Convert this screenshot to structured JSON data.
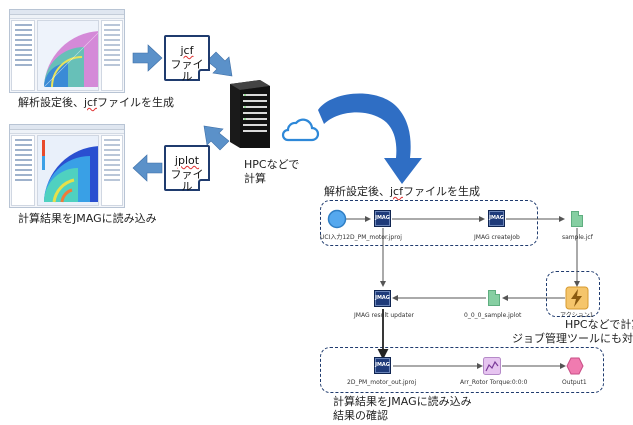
{
  "left": {
    "caption_top_prefix": "解析設定後、",
    "caption_top_squig": "jcf",
    "caption_top_suffix": "ファイルを生成",
    "caption_bottom": "計算結果をJMAGに読み込み",
    "jcf_file": {
      "ext": "jcf",
      "label": "ファイル"
    },
    "jplot_file": {
      "ext": "jplot",
      "label": "ファイル"
    },
    "hpc_label_1": "HPCなどで",
    "hpc_label_2": "計算"
  },
  "workflow": {
    "top_caption_prefix": "解析設定後、",
    "top_caption_squig": "jcf",
    "top_caption_suffix": "ファイルを生成",
    "hpc_note_1": "HPCなどで計算",
    "hpc_note_2": "ジョブ管理ツールにも対応",
    "bottom_note_1": "計算結果をJMAGに読み込み",
    "bottom_note_2": "結果の確認",
    "jmag_icon_text": "JMAG",
    "nodes": {
      "uci_input": "UCI入力12D_PM_motor.jproj",
      "create_job": "JMAG createJob",
      "sample_jcf": "sample.jcf",
      "action": "アクション1",
      "result_updater": "JMAG result updater",
      "sample_jplot": "0_0_0_sample.jplot",
      "motor_out": "2D_PM_motor_out.jproj",
      "rotor_torque": "Arr_Rotor Torque:0:0:0",
      "output": "Output1"
    }
  },
  "colors": {
    "navy": "#1f3b6e",
    "arrow_blue": "#2e6fc0",
    "arrow_light": "#5b91c9",
    "node_green": "#86cfa2",
    "node_pink": "#f07bb0",
    "node_purple": "#d9a8e8",
    "action_yellow": "#f5c56b",
    "start_blue": "#55a8ee"
  }
}
